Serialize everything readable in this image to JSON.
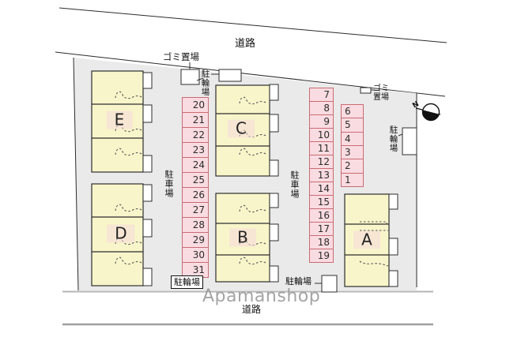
{
  "labels": {
    "road_top": "道路",
    "road_bottom": "道路",
    "garbage_top": "ゴミ置場",
    "garbage_right_line1": "ゴミ",
    "garbage_right_line2": "置場",
    "bicycle_parking": "駐輪場",
    "car_parking": "駐車場",
    "north": "N",
    "watermark": "Apamanshop"
  },
  "buildings": [
    {
      "label": "E"
    },
    {
      "label": "D"
    },
    {
      "label": "C"
    },
    {
      "label": "B"
    },
    {
      "label": "A"
    }
  ],
  "parking": {
    "left_column": {
      "spaces": [
        "20",
        "21",
        "22",
        "23",
        "24",
        "25",
        "26",
        "27",
        "28",
        "29",
        "30",
        "31"
      ]
    },
    "middle_column": {
      "spaces": [
        "7",
        "8",
        "9",
        "10",
        "11",
        "12",
        "13",
        "14",
        "15",
        "16",
        "17",
        "18",
        "19"
      ]
    },
    "right_column": {
      "spaces": [
        "6",
        "5",
        "4",
        "3",
        "2",
        "1"
      ]
    }
  },
  "colors": {
    "site_fill": "#eaeaea",
    "building_fill": "#f8f5ca",
    "parking_fill": "#f9dce1",
    "parking_border": "#c96b76",
    "watermark_color": "#9b9b9b"
  }
}
